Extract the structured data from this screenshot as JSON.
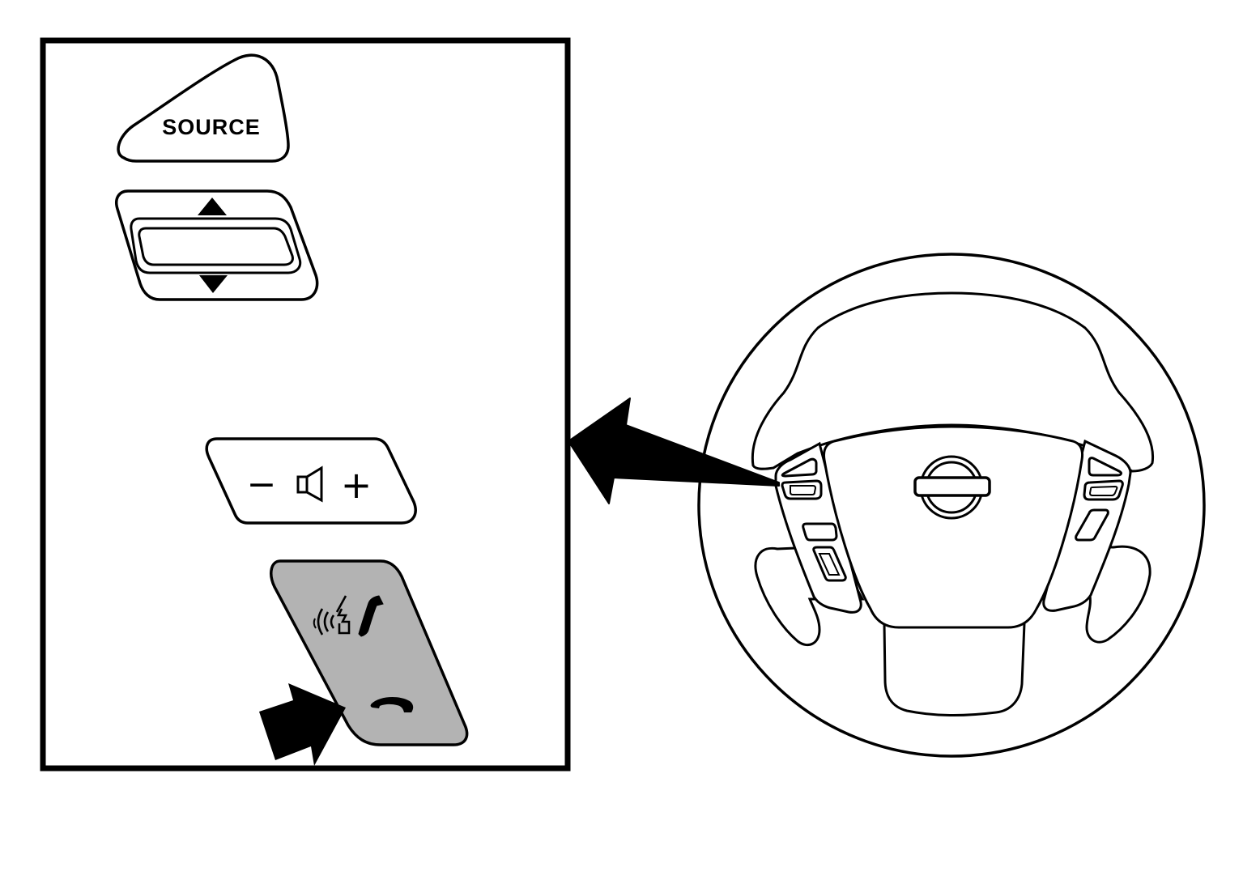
{
  "controls": {
    "source_label": "SOURCE",
    "volume_minus": "−",
    "volume_plus": "+"
  },
  "colors": {
    "line": "#000000",
    "background": "#ffffff",
    "highlight": "#b3b3b3"
  },
  "icons": {
    "up_arrow": "triangle-up-icon",
    "down_arrow": "triangle-down-icon",
    "speaker": "speaker-icon",
    "talk_phone": "voice-talk-phone-icon",
    "hang_up": "phone-hang-up-icon",
    "logo": "emblem-logo"
  },
  "highlighted_control": "talk-phone-hangup-switch"
}
